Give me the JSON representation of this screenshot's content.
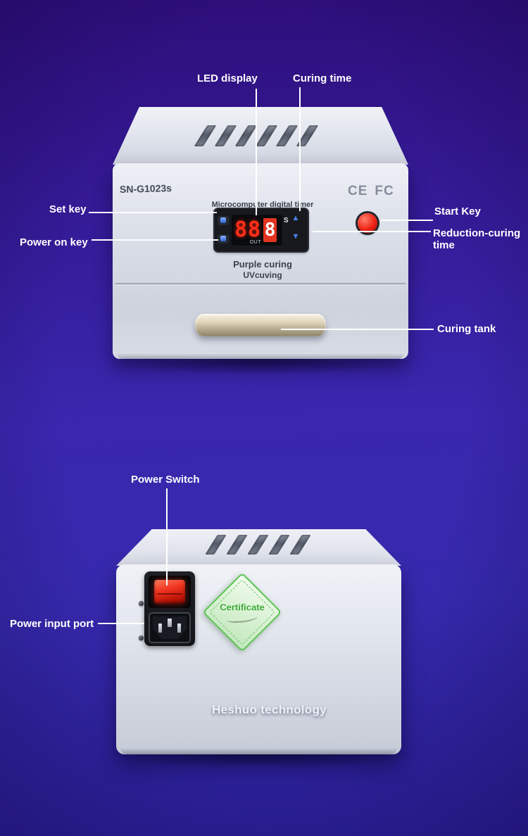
{
  "labels": {
    "led_display": "LED display",
    "curing_time": "Curing time",
    "set_key": "Set key",
    "power_on_key": "Power on key",
    "start_key": "Start Key",
    "reduction_curing_time": "Reduction-curing time",
    "curing_tank": "Curing tank",
    "power_switch": "Power Switch",
    "power_input_port": "Power input port"
  },
  "front_device": {
    "model": "SN-G1023s",
    "timer_title": "Microcomputer digital timer",
    "display": {
      "digits": "88",
      "highlight_digit": "8",
      "unit": "S",
      "out": "OUT",
      "up_icon": "▲",
      "down_icon": "▼"
    },
    "certifications": {
      "ce": "CE",
      "fcc": "FC"
    },
    "caption_line1": "Purple curing",
    "caption_line2": "UVcuving"
  },
  "back_device": {
    "certificate_label": "Certificate",
    "brand": "Heshuo technology"
  },
  "colors": {
    "background": "#35209f",
    "annotation_text": "#ffffff",
    "start_button_red": "#dd1a0e",
    "digit_red": "#ff2e18",
    "certificate_green": "#4db944",
    "rocker_red": "#e02718"
  }
}
